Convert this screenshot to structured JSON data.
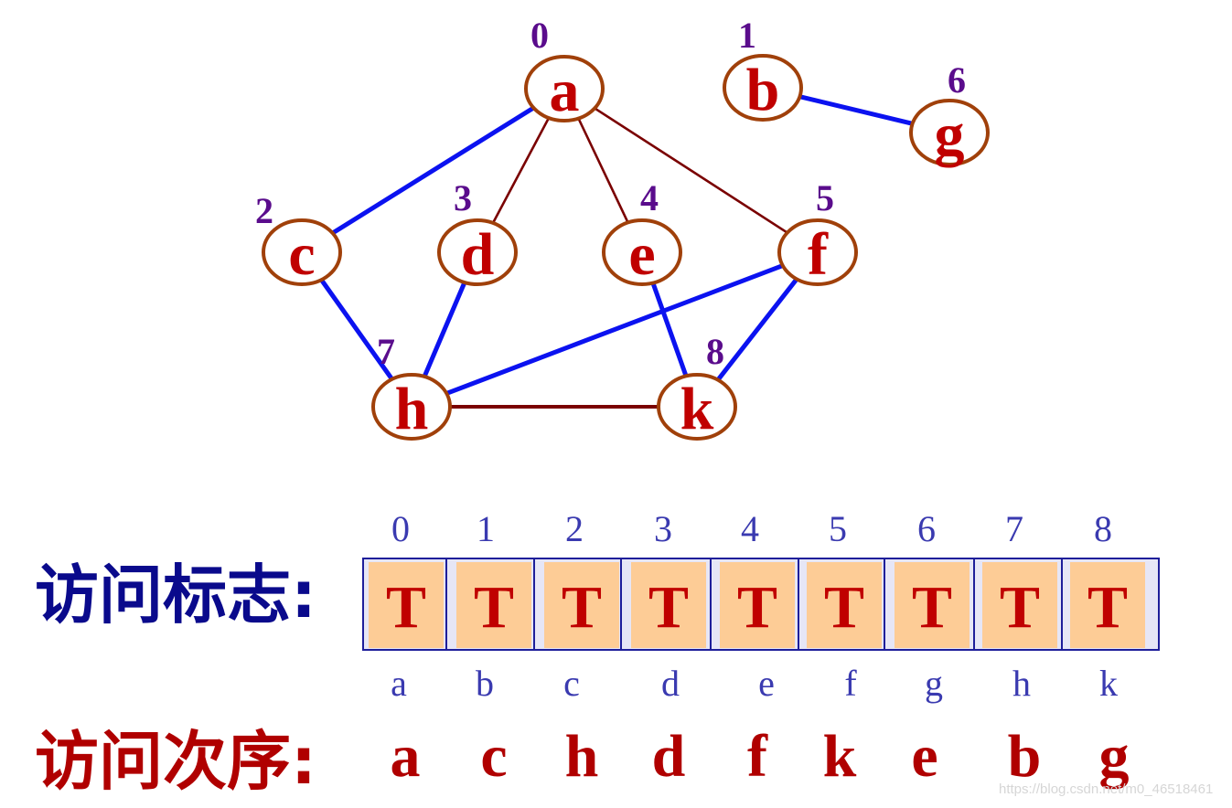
{
  "graph": {
    "nodes": [
      {
        "id": "a",
        "label": "a",
        "index": "0"
      },
      {
        "id": "b",
        "label": "b",
        "index": "1"
      },
      {
        "id": "g",
        "label": "g",
        "index": "6"
      },
      {
        "id": "c",
        "label": "c",
        "index": "2"
      },
      {
        "id": "d",
        "label": "d",
        "index": "3"
      },
      {
        "id": "e",
        "label": "e",
        "index": "4"
      },
      {
        "id": "f",
        "label": "f",
        "index": "5"
      },
      {
        "id": "h",
        "label": "h",
        "index": "7"
      },
      {
        "id": "k",
        "label": "k",
        "index": "8"
      }
    ],
    "edges": [
      {
        "from": "a",
        "to": "c",
        "traversed": true
      },
      {
        "from": "a",
        "to": "d",
        "traversed": false
      },
      {
        "from": "a",
        "to": "e",
        "traversed": false
      },
      {
        "from": "a",
        "to": "f",
        "traversed": false
      },
      {
        "from": "b",
        "to": "g",
        "traversed": true
      },
      {
        "from": "c",
        "to": "h",
        "traversed": true
      },
      {
        "from": "d",
        "to": "h",
        "traversed": true
      },
      {
        "from": "f",
        "to": "h",
        "traversed": true
      },
      {
        "from": "e",
        "to": "k",
        "traversed": true
      },
      {
        "from": "f",
        "to": "k",
        "traversed": true
      },
      {
        "from": "h",
        "to": "k",
        "traversed": false
      }
    ],
    "colors": {
      "traversed_edge": "#0b12f0",
      "other_edge": "#7a0000",
      "node_border": "#a0400a",
      "node_label": "#c00000",
      "index_label": "#5a0c8c"
    }
  },
  "visited_flags": {
    "label": "访问标志:",
    "indices": [
      "0",
      "1",
      "2",
      "3",
      "4",
      "5",
      "6",
      "7",
      "8"
    ],
    "values": [
      "T",
      "T",
      "T",
      "T",
      "T",
      "T",
      "T",
      "T",
      "T"
    ],
    "names": [
      "a",
      "b",
      "c",
      "d",
      "e",
      "f",
      "g",
      "h",
      "k"
    ],
    "cell_color": "#fdcc96"
  },
  "visit_order": {
    "label": "访问次序:",
    "sequence": [
      "a",
      "c",
      "h",
      "d",
      "f",
      "k",
      "e",
      "b",
      "g"
    ]
  },
  "watermark": "https://blog.csdn.net/m0_46518461"
}
